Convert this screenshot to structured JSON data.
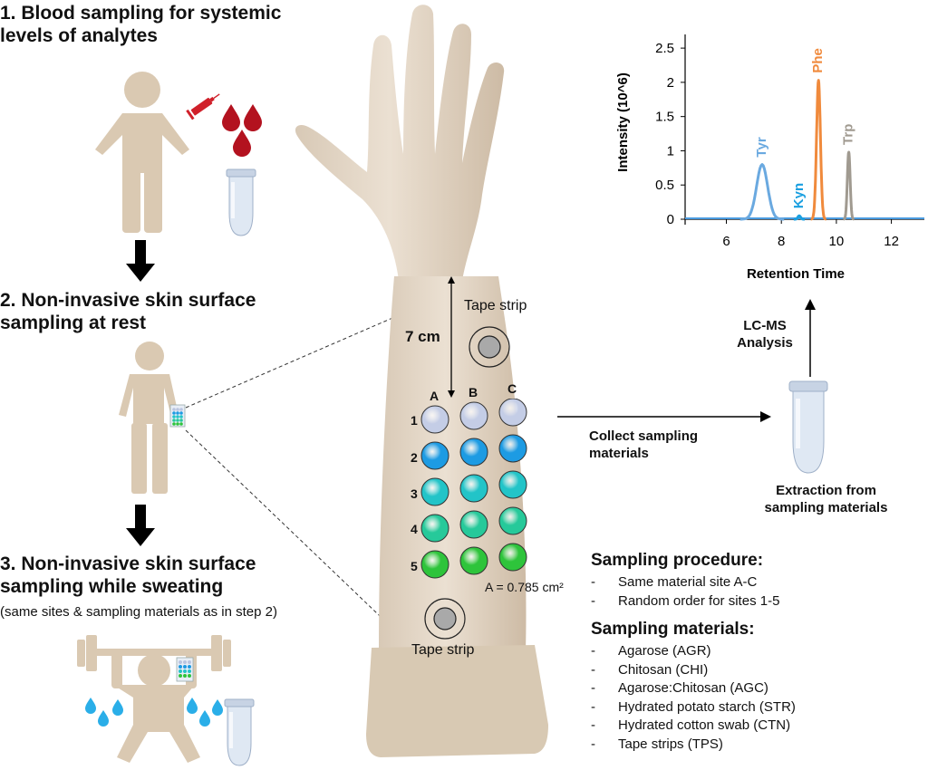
{
  "steps": {
    "step1": {
      "line1": "1. Blood sampling for systemic",
      "line2": "levels of analytes"
    },
    "step2": {
      "line1": "2. Non-invasive skin surface",
      "line2": "sampling at rest"
    },
    "step3": {
      "line1": "3. Non-invasive skin surface",
      "line2": "sampling while sweating",
      "note": "(same sites & sampling materials as in step 2)"
    }
  },
  "arm": {
    "tape_strip_top": "Tape strip",
    "tape_strip_bottom": "Tape strip",
    "distance": "7 cm",
    "columns": [
      "A",
      "B",
      "C"
    ],
    "rows": [
      "1",
      "2",
      "3",
      "4",
      "5"
    ],
    "area": "A = 0.785 cm²",
    "row_colors": [
      "#c4cde6",
      "#1d9be3",
      "#22c4c8",
      "#26c99a",
      "#2ec43b"
    ]
  },
  "flow": {
    "collect_line1": "Collect sampling",
    "collect_line2": "materials",
    "extraction_line1": "Extraction from",
    "extraction_line2": "sampling materials",
    "lcms_line1": "LC-MS",
    "lcms_line2": "Analysis"
  },
  "procedure": {
    "title": "Sampling procedure:",
    "items": [
      "Same material site A-C",
      "Random order for sites 1-5"
    ],
    "dash": "-"
  },
  "materials": {
    "title": "Sampling materials:",
    "items": [
      "Agarose (AGR)",
      "Chitosan (CHI)",
      "Agarose:Chitosan (AGC)",
      "Hydrated potato starch (STR)",
      "Hydrated cotton swab (CTN)",
      "Tape strips (TPS)"
    ]
  },
  "chart_data": {
    "type": "line",
    "xlabel": "Retention Time",
    "ylabel": "Intensity (10^6)",
    "xlim": [
      4.5,
      13.2
    ],
    "ylim": [
      0,
      2.7
    ],
    "xticks": [
      "6",
      "8",
      "10",
      "12"
    ],
    "yticks": [
      "0",
      "0.5",
      "1",
      "1.5",
      "2",
      "2.5"
    ],
    "grid": false,
    "peaks": [
      {
        "name": "Tyr",
        "x": 7.3,
        "y": 0.8,
        "color": "#6aa9e0"
      },
      {
        "name": "Kyn",
        "x": 8.65,
        "y": 0.05,
        "color": "#1a9fe0"
      },
      {
        "name": "Phe",
        "x": 9.35,
        "y": 2.03,
        "color": "#f08a3c"
      },
      {
        "name": "Trp",
        "x": 10.45,
        "y": 0.98,
        "color": "#a09a90"
      }
    ]
  },
  "colors": {
    "skin": "#e4d7c5",
    "figure": "#dac9b2",
    "blood": "#b3121f",
    "sweat": "#2aaee8",
    "tube": "#cdd9e8"
  }
}
